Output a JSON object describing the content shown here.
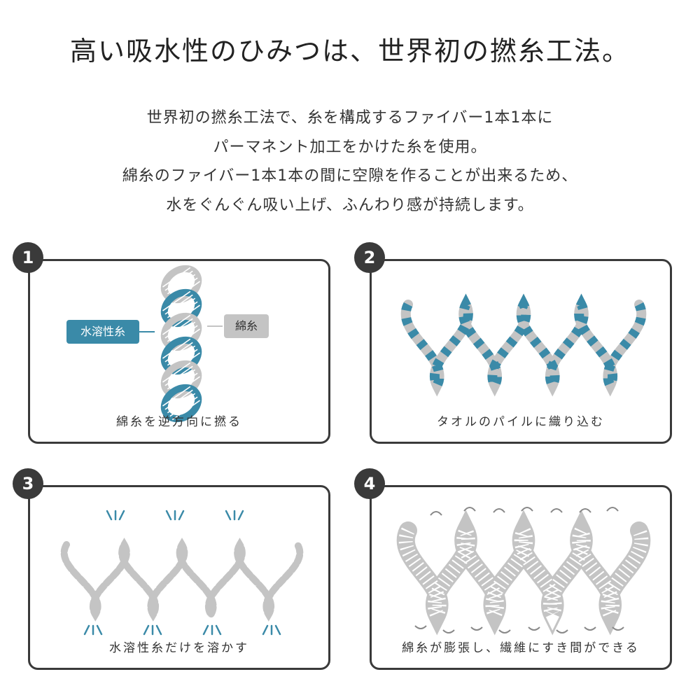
{
  "title": "高い吸水性のひみつは、世界初の撚糸工法。",
  "description": [
    "世界初の撚糸工法で、糸を構成するファイバー1本1本に",
    "パーマネント加工をかけた糸を使用。",
    "綿糸のファイバー1本1本の間に空隙を作ることが出来るため、",
    "水をぐんぐん吸い上げ、ふんわり感が持続します。"
  ],
  "colors": {
    "blue": "#3a8aa8",
    "gray": "#c4c4c4",
    "dark": "#3a3a3a"
  },
  "steps": [
    {
      "number": "1",
      "caption": "綿糸を逆方向に撚る",
      "label_blue": "水溶性糸",
      "label_gray": "綿糸"
    },
    {
      "number": "2",
      "caption": "タオルのパイルに織り込む"
    },
    {
      "number": "3",
      "caption": "水溶性糸だけを溶かす"
    },
    {
      "number": "4",
      "caption": "綿糸が膨張し、繊維にすき間ができる"
    }
  ]
}
